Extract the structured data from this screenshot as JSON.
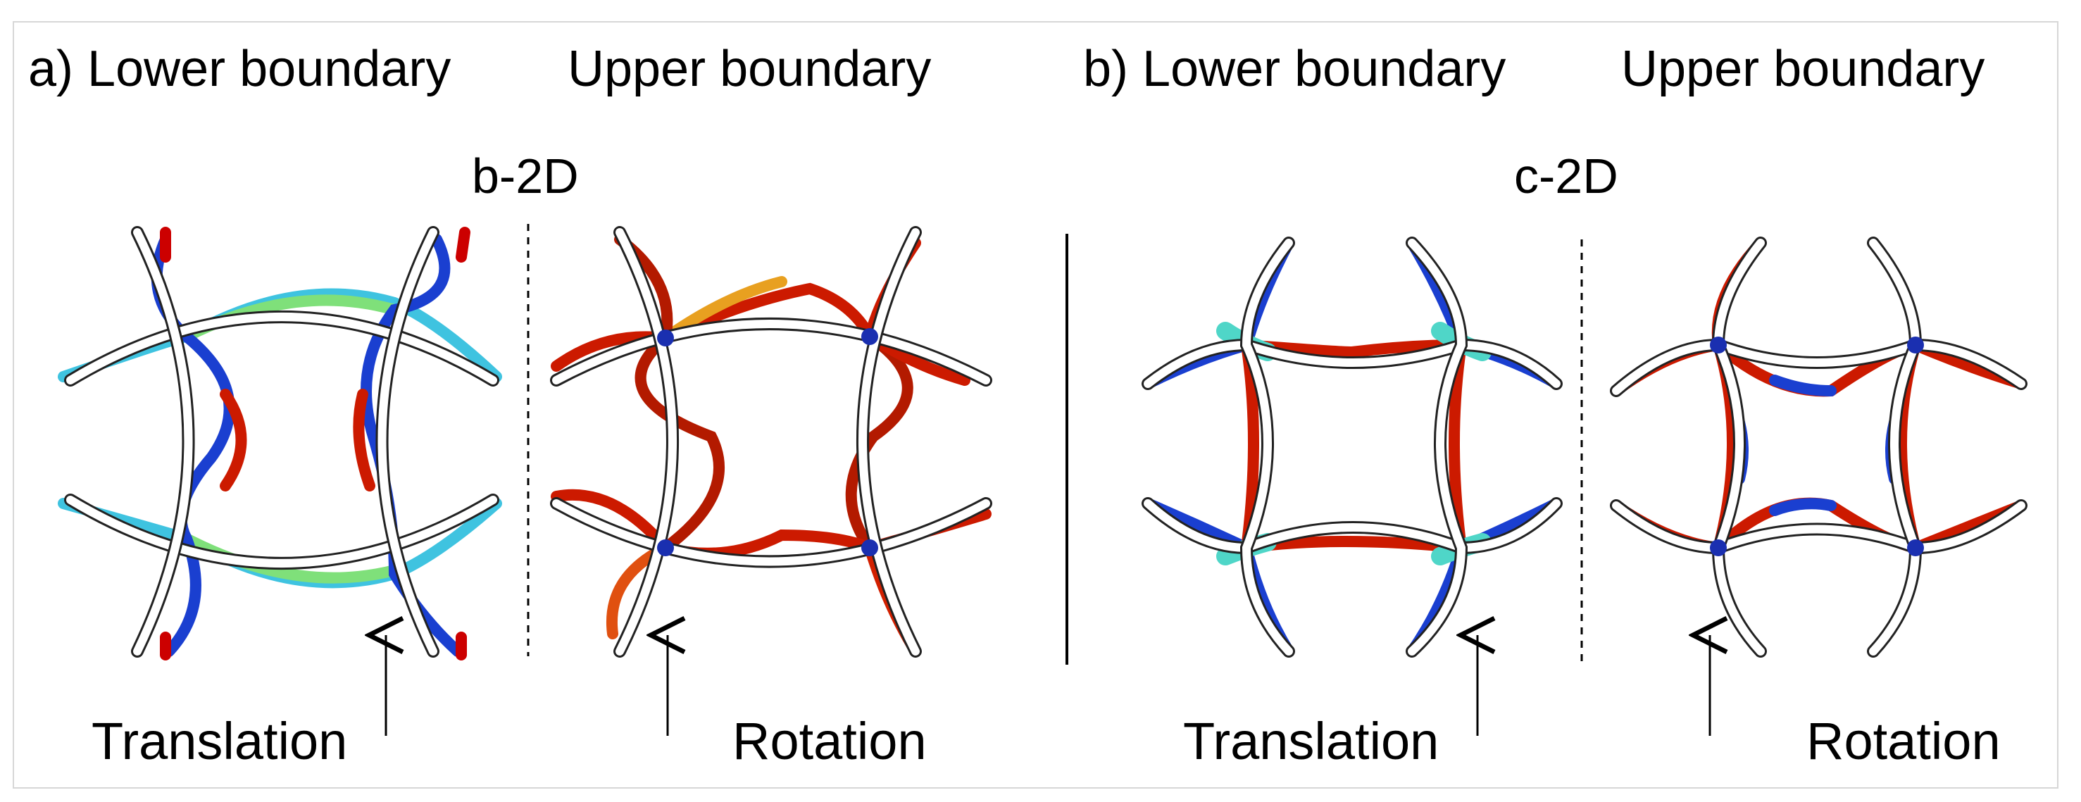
{
  "panels": [
    {
      "heading_lower": "a) Lower boundary",
      "heading_upper": "Upper boundary",
      "structure": "b-2D",
      "label_left": "Translation",
      "label_right": "Rotation"
    },
    {
      "heading_lower": "b) Lower boundary",
      "heading_upper": "Upper boundary",
      "structure": "c-2D",
      "label_left": "Translation",
      "label_right": "Rotation"
    }
  ],
  "colors": {
    "strut_outline": "#222222",
    "jet_low": "#1a2fb0",
    "jet_mid": "#4fd6a8",
    "jet_high": "#b30000"
  }
}
